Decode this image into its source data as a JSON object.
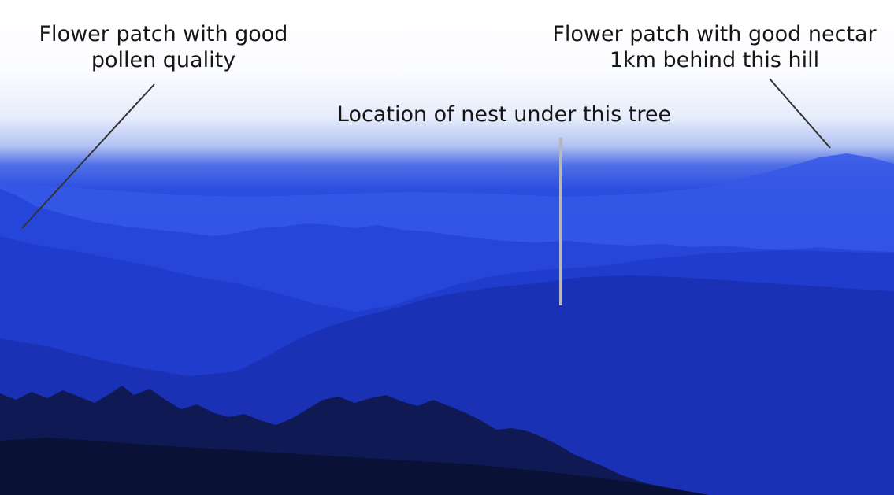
{
  "annotations": {
    "pollen": {
      "line1": "Flower patch with good",
      "line2": "pollen quality"
    },
    "nectar": {
      "line1": "Flower patch with good nectar",
      "line2": "1km behind this hill"
    },
    "nest": {
      "line1": "Location of nest under this tree"
    }
  },
  "colors": {
    "sky": "#ffffff",
    "haze": "#4f6fe6",
    "far_hills": "#2e52e6",
    "mid_hills": "#2444d6",
    "near_hills": "#1a2fb0",
    "foreground_trees": "#0f1a55",
    "label_text": "#151515",
    "pointer_dark": "#333333",
    "pointer_light": "#b5b8c4"
  }
}
